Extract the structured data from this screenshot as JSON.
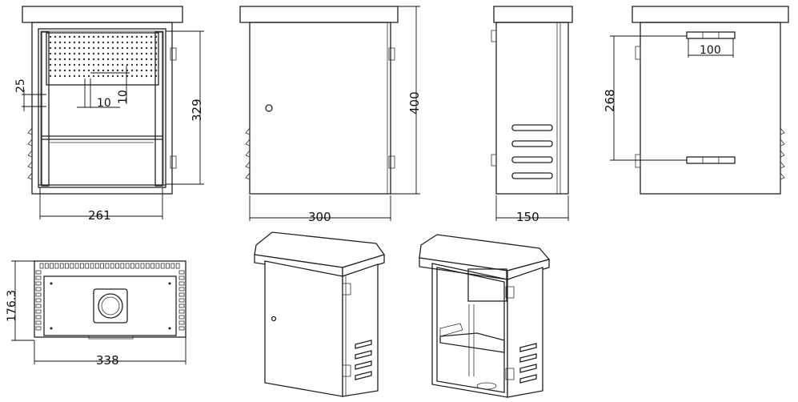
{
  "title": "Outdoor cabinet dimensional drawing",
  "views": {
    "front_open": {
      "width_label": "261",
      "height_label": "329",
      "rail_pitch_label": "25",
      "hole_pitch_h_label": "10",
      "hole_pitch_v_label": "10"
    },
    "front_door": {
      "width_label": "300",
      "height_label": "400"
    },
    "side": {
      "depth_label": "150"
    },
    "back": {
      "bracket_spacing_label": "268",
      "bracket_width_label": "100"
    },
    "top": {
      "depth_label": "176.3",
      "width_label": "338"
    }
  }
}
